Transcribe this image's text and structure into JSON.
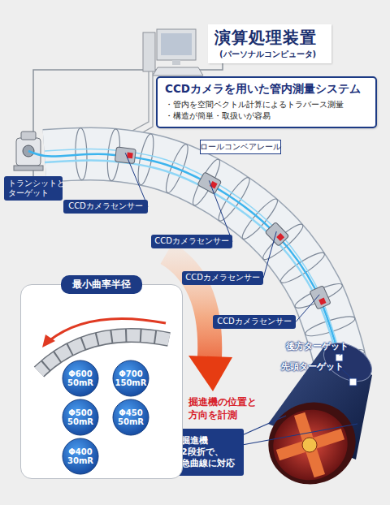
{
  "diagram": {
    "nodes": [
      {
        "text": [
          "演算処理装置",
          "(パーソナルコンピュータ)"
        ]
      },
      {
        "text": [
          "CCDカメラを用いた管内測量システム",
          "・管内を空間ベクトル計算によるトラバース測量",
          "・構造が簡単・取扱いが容易"
        ]
      },
      {
        "text": [
          "ロールコンベアレール"
        ]
      },
      {
        "text": [
          "トランシットと ターゲット"
        ]
      },
      {
        "text": [
          "CCDカメラセンサー"
        ]
      },
      {
        "text": [
          "CCDカメラセンサー"
        ]
      },
      {
        "text": [
          "CCDカメラセンサー"
        ]
      },
      {
        "text": [
          "CCDカメラセンサー"
        ]
      },
      {
        "text": [
          "掘進機 2段折で、 急曲線に対応"
        ]
      },
      {
        "text": [
          "最小曲率半径"
        ]
      },
      {
        "text": [
          "Φ600 50mR"
        ],
        "in": 9
      },
      {
        "text": [
          "Φ700 150mR"
        ],
        "in": 9
      },
      {
        "text": [
          "Φ500 50mR"
        ],
        "in": 9
      },
      {
        "text": [
          "Φ450 50mR"
        ],
        "in": 9
      },
      {
        "text": [
          "Φ400 30mR"
        ],
        "in": 9
      }
    ],
    "edges": [
      {
        "from": 0,
        "to": 3,
        "arrow": "none"
      }
    ],
    "labels": [
      "後方ターゲット",
      "先頭ターゲット",
      "掘進機の位置と 方向を計測"
    ]
  }
}
